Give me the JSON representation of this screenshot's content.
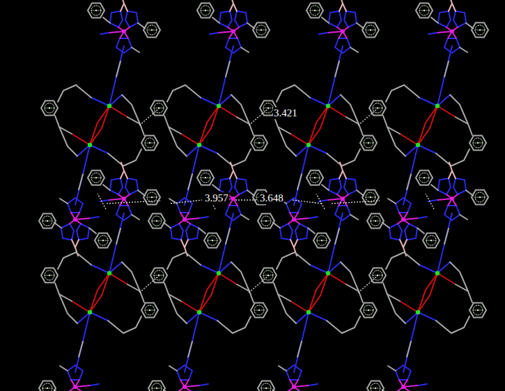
{
  "diagram": {
    "labels": [
      "3.421",
      "3.957",
      "3.648"
    ]
  }
}
